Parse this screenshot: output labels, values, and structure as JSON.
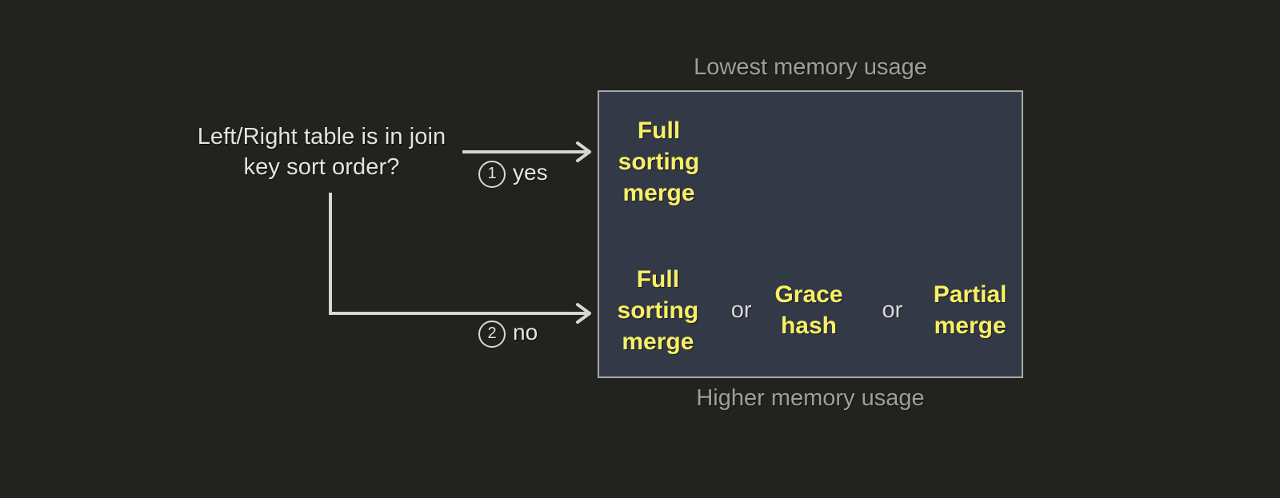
{
  "diagram": {
    "question": "Left/Right table is in\njoin key sort order?",
    "branches": [
      {
        "number": "1",
        "label": "yes"
      },
      {
        "number": "2",
        "label": "no"
      }
    ],
    "memory_notes": {
      "low": "Lowest memory usage",
      "high": "Higher memory usage"
    },
    "conjunction": "or",
    "outcomes": {
      "sorted": {
        "options": [
          "Full\nsorting\nmerge"
        ]
      },
      "unsorted": {
        "options": [
          "Full\nsorting\nmerge",
          "Grace\nhash",
          "Partial\nmerge"
        ]
      }
    },
    "colors": {
      "background": "#22231e",
      "box_fill": "#343947",
      "box_border": "#a9a9a6",
      "option_text": "#f7f065",
      "body_text": "#e3e3e0",
      "muted_text": "#9e9e9b"
    }
  }
}
